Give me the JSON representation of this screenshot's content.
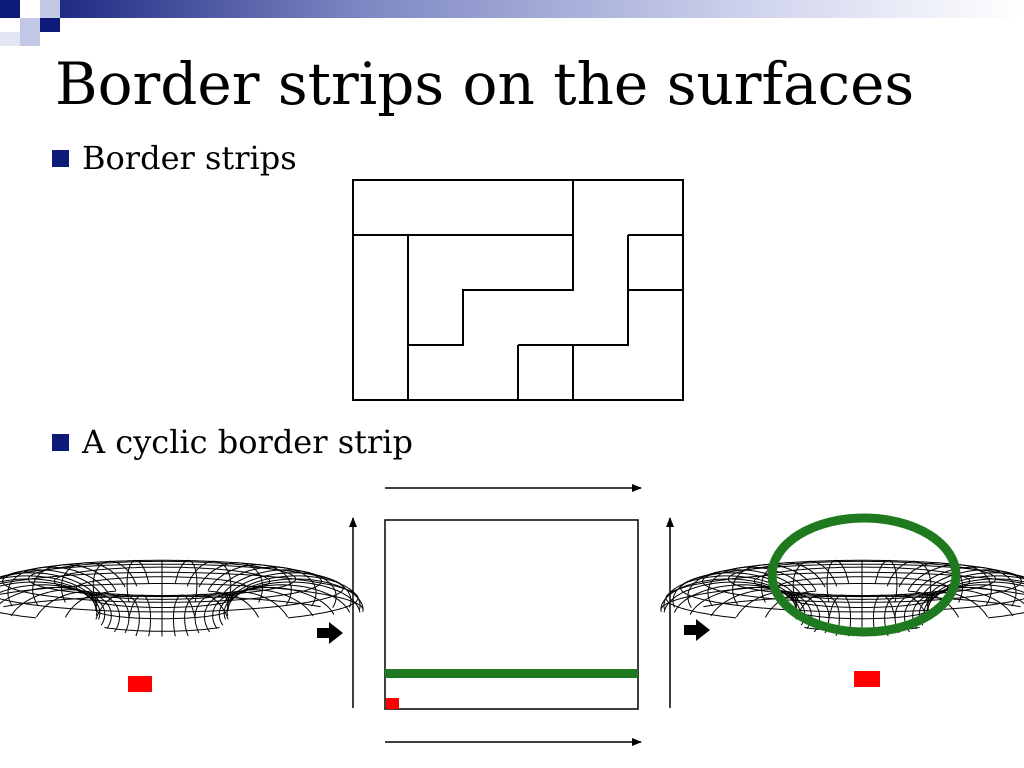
{
  "slide": {
    "title": "Border strips on the surfaces",
    "bullets": [
      {
        "text": "Border strips"
      },
      {
        "text": "A cyclic border strip"
      }
    ]
  },
  "colors": {
    "bullet_marker": "#0e1a78",
    "cyclic_strip": "#1f7a1f",
    "marked_cell": "#ff0000",
    "deco_dark": "#0e1a78",
    "deco_light": "#c3c8e6"
  },
  "icons": [
    "right-arrow-icon",
    "right-arrow-icon"
  ]
}
